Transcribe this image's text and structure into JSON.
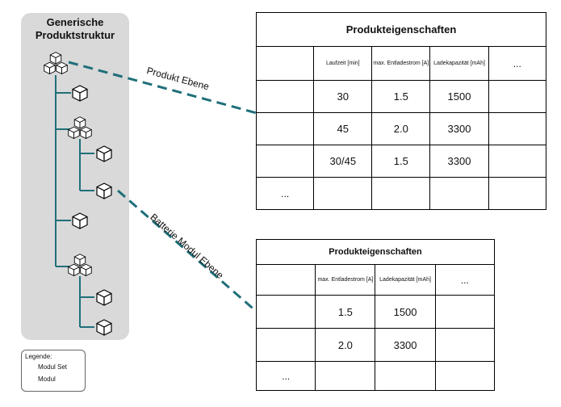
{
  "tree": {
    "title_line1": "Generische",
    "title_line2": "Produktstruktur"
  },
  "edges": {
    "product_level": "Produkt Ebene",
    "battery_level": "Batterie Modul Ebene"
  },
  "product_table": {
    "title": "Produkteigenschaften",
    "headers": [
      "Laufzeit [min]",
      "max. Entladestrom [A]",
      "Ladekapazität [mAh]",
      "..."
    ],
    "rows": [
      [
        "30",
        "1.5",
        "1500",
        ""
      ],
      [
        "45",
        "2.0",
        "3300",
        ""
      ],
      [
        "30/45",
        "1.5",
        "3300",
        ""
      ],
      [
        "",
        "",
        "",
        ""
      ]
    ],
    "more_rows": "..."
  },
  "battery_table": {
    "title": "Produkteigenschaften",
    "headers": [
      "max. Entladestrom [A]",
      "Ladekapazität [mAh]",
      "..."
    ],
    "rows": [
      [
        "1.5",
        "1500",
        ""
      ],
      [
        "2.0",
        "3300",
        ""
      ],
      [
        "",
        "",
        ""
      ]
    ],
    "more_rows": "..."
  },
  "legend": {
    "title": "Legende:",
    "modul_set": "Modul Set",
    "modul": "Modul"
  },
  "colors": {
    "teal": "#1f6f7a",
    "panel": "#d9d9d9"
  }
}
